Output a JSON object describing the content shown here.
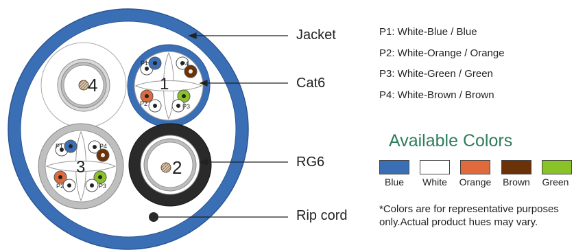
{
  "callouts": {
    "jacket": "Jacket",
    "cat6": "Cat6",
    "rg6": "RG6",
    "rip_cord": "Rip cord"
  },
  "pairs": [
    "P1: White-Blue / Blue",
    "P2: White-Orange / Orange",
    "P3: White-Green / Green",
    "P4: White-Brown / Brown"
  ],
  "colors_title": "Available Colors",
  "swatches": [
    {
      "name": "Blue",
      "color": "#3a6fb5"
    },
    {
      "name": "White",
      "color": "#ffffff"
    },
    {
      "name": "Orange",
      "color": "#e06a3b"
    },
    {
      "name": "Brown",
      "color": "#6b3208"
    },
    {
      "name": "Green",
      "color": "#8ac328"
    }
  ],
  "disclaimer": "*Colors are for representative purposes only.Actual product hues may vary.",
  "cable": {
    "element_numbers": [
      "1",
      "2",
      "3",
      "4"
    ],
    "pair_tags": [
      "P1",
      "P2",
      "P3",
      "P4"
    ],
    "jacket_color": "#3a6fb5",
    "rg6_jacket_color": "#2a2a2a",
    "rip_cord_color": "#2a2a2a"
  }
}
